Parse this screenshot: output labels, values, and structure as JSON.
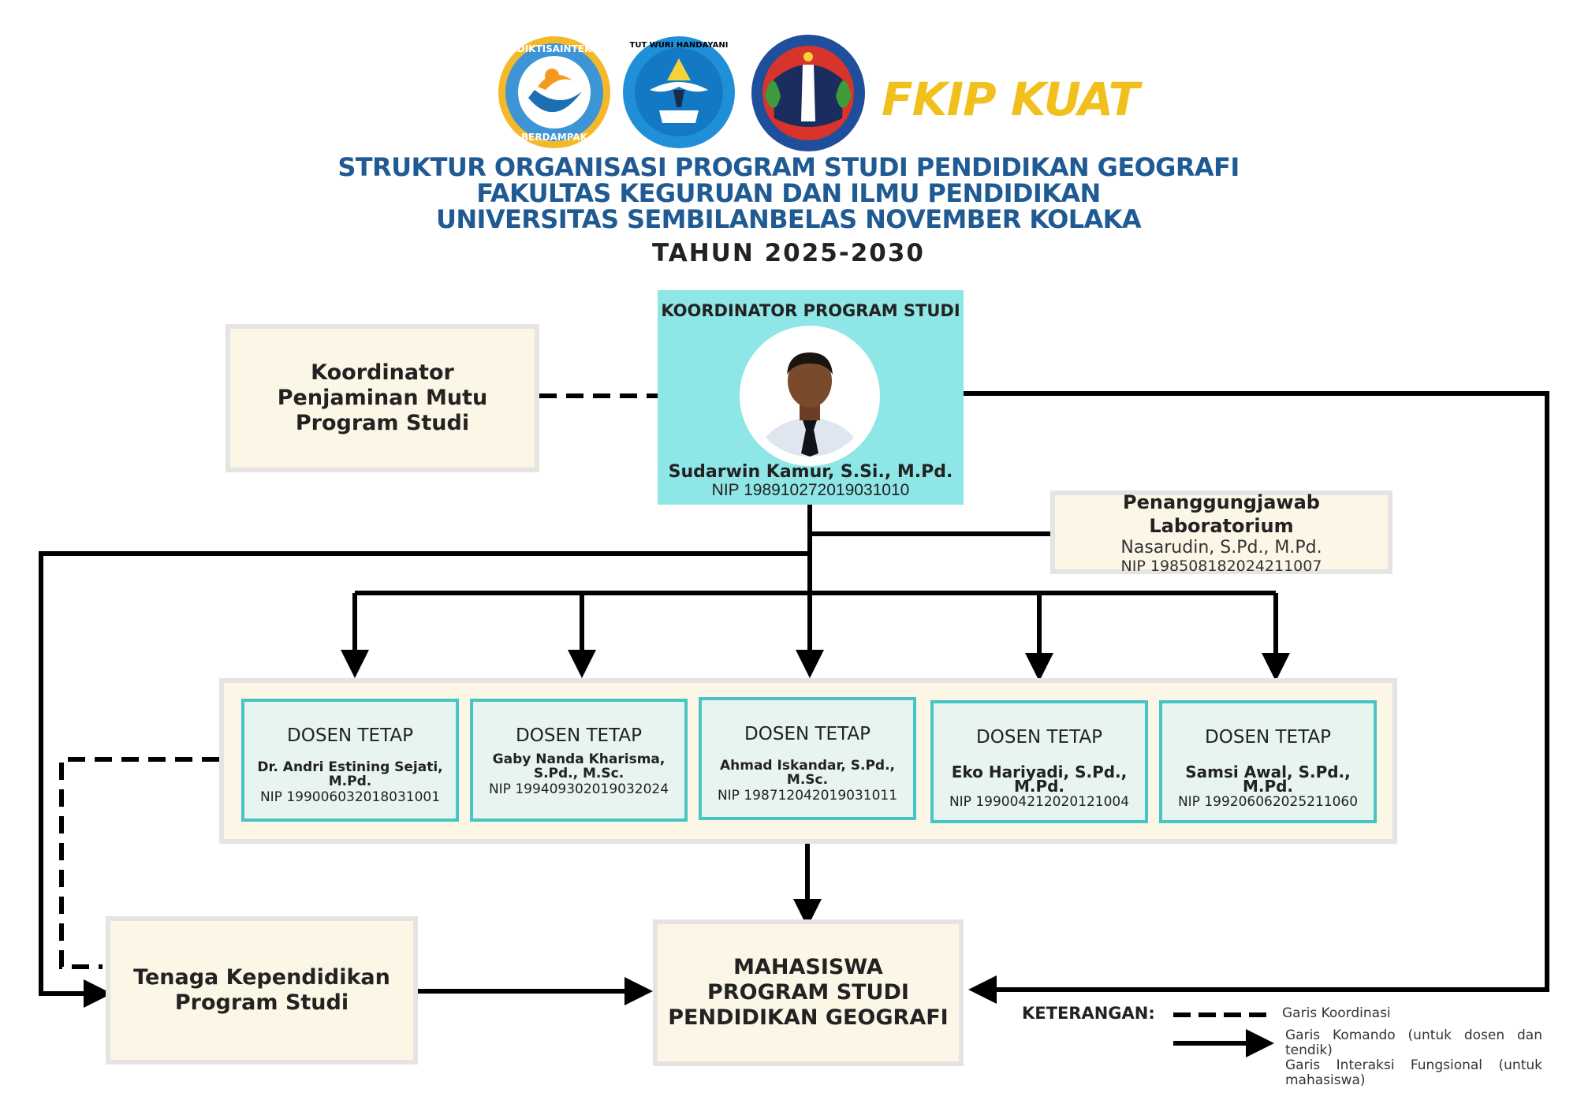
{
  "header": {
    "logos": [
      "diktisaintek-berdampak-logo",
      "tut-wuri-handayani-logo",
      "universitas-sembilanbelas-november-logo"
    ],
    "logo1_top_text": "DIKTISAINTEK",
    "logo1_bottom_text": "BERDAMPAK",
    "logo2_text": "TUT WURI HANDAYANI",
    "fkip_text": "FKIP KUAT",
    "title_line1": "STRUKTUR ORGANISASI PROGRAM STUDI PENDIDIKAN GEOGRAFI",
    "title_line2": "FAKULTAS KEGURUAN DAN ILMU PENDIDIKAN",
    "title_line3": "UNIVERSITAS SEMBILANBELAS NOVEMBER KOLAKA",
    "year": "TAHUN 2025-2030",
    "colors": {
      "title": "#1f5a93",
      "fkip": "#f2c01d"
    }
  },
  "coordinator": {
    "title": "KOORDINATOR PROGRAM STUDI",
    "name": "Sudarwin Kamur, S.Si., M.Pd.",
    "nip": "NIP 198910272019031010",
    "color": "#8ee6e6"
  },
  "quality": {
    "line1": "Koordinator",
    "line2": "Penjaminan Mutu",
    "line3": "Program Studi"
  },
  "lab": {
    "title": "Penanggungjawab Laboratorium",
    "name": "Nasarudin, S.Pd., M.Pd.",
    "nip": "NIP 198508182024211007"
  },
  "dosen": [
    {
      "title": "DOSEN TETAP",
      "name": "Dr. Andri Estining Sejati, M.Pd.",
      "nip": "NIP 199006032018031001"
    },
    {
      "title": "DOSEN TETAP",
      "name": "Gaby Nanda Kharisma, S.Pd., M.Sc.",
      "nip": "NIP 199409302019032024"
    },
    {
      "title": "DOSEN TETAP",
      "name": "Ahmad Iskandar, S.Pd., M.Sc.",
      "nip": "NIP 198712042019031011"
    },
    {
      "title": "DOSEN TETAP",
      "name": "Eko Hariyadi, S.Pd., M.Pd.",
      "nip": "NIP 199004212020121004"
    },
    {
      "title": "DOSEN TETAP",
      "name": "Samsi Awal, S.Pd., M.Pd.",
      "nip": "NIP 199206062025211060"
    }
  ],
  "tendik": {
    "line1": "Tenaga Kependidikan",
    "line2": "Program Studi"
  },
  "mahasiswa": {
    "line1": "MAHASISWA",
    "line2": "PROGRAM STUDI",
    "line3": "PENDIDIKAN GEOGRAFI"
  },
  "legend": {
    "label": "KETERANGAN:",
    "dashed": "Garis Koordinasi",
    "solid_line1": "Garis Komando (untuk dosen dan tendik)",
    "solid_line2": "Garis Interaksi Fungsional (untuk mahasiswa)"
  },
  "box_colors": {
    "cream": "#fcf6e6",
    "dosen_border": "#47c4c4",
    "dosen_fill": "#e7f4ef"
  }
}
